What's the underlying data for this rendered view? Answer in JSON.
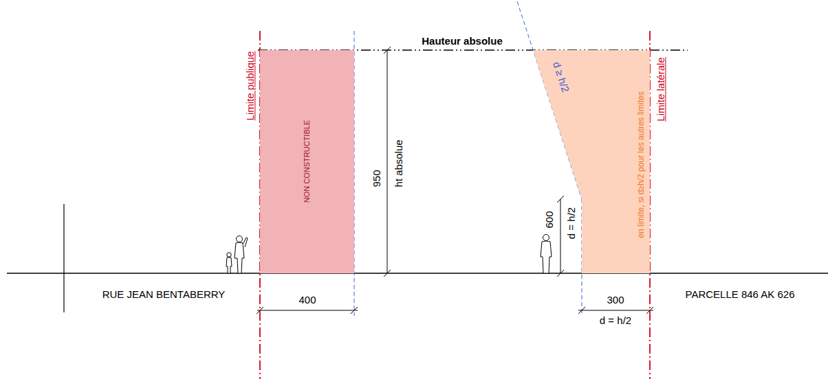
{
  "diagram": {
    "nodes": [
      {
        "text": [
          "NON CONSTRUCTIBLE"
        ]
      },
      {
        "text": [
          "en limite, si d≥h/2 pour les autres limites"
        ]
      }
    ],
    "labels": [
      "Limite publique",
      "Hauteur absolue",
      "950",
      "ht absolue",
      "d ≥ h/2",
      "Limite latérale",
      "600",
      "d = h/2",
      "RUE JEAN BENTABERRY",
      "400",
      "300",
      "d = h/2",
      "PARCELLE 846 AK 626"
    ]
  }
}
